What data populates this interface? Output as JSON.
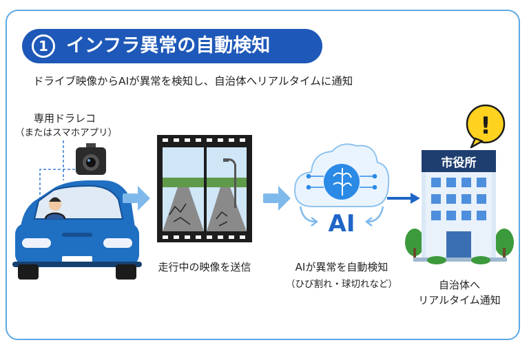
{
  "title": {
    "number": "1",
    "text": "インフラ異常の自動検知"
  },
  "subtitle": "ドライブ映像からAIが異常を検知し、自治体へリアルタイムに通知",
  "dashcam": {
    "label": "専用ドラレコ",
    "sublabel": "（またはスマホアプリ）"
  },
  "steps": [
    {
      "label": "走行中の映像を送信"
    },
    {
      "label": "AIが異常を自動検知",
      "sublabel": "（ひび割れ・球切れなど）"
    },
    {
      "label": "自治体へ",
      "sublabel": "リアルタイム通知"
    }
  ],
  "ai_text": "AI",
  "building_sign": "市役所",
  "alert_symbol": "!",
  "colors": {
    "accent": "#1e58b8",
    "card_border": "#5aa9e6",
    "car": "#1f6fc2",
    "alert": "#ffd21f",
    "arrow": "#7fb9ec"
  }
}
